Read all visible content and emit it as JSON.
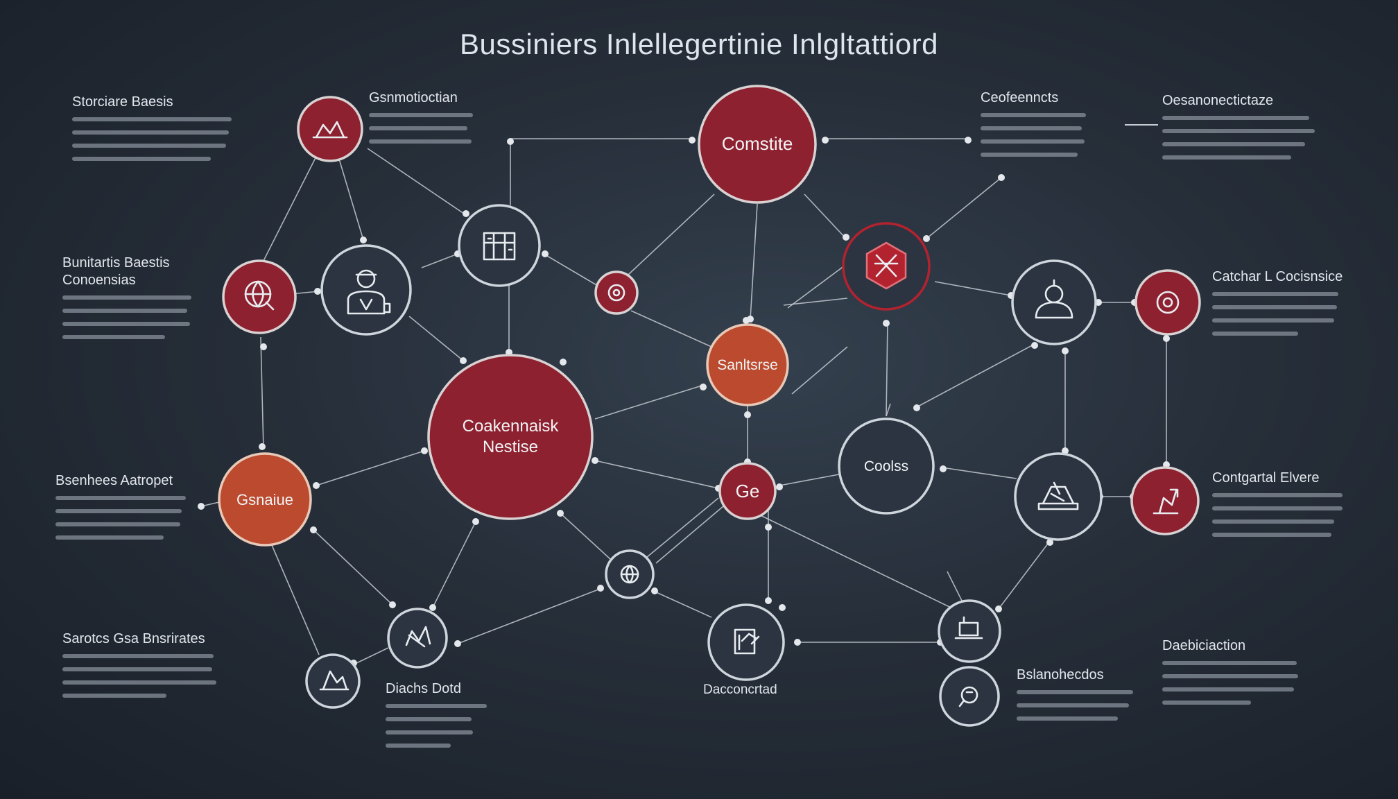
{
  "title": "Bussiniers Inlellegertinie Inlgltattiord",
  "nodes": {
    "n1": {
      "label": "Comstite",
      "icon": ""
    },
    "n2": {
      "label": "Coakennaisk",
      "label2": "Nestise"
    },
    "n3": {
      "label": "Sanltsrse"
    },
    "n4": {
      "label": "Gsnaiue"
    },
    "n5": {
      "label": "Coolss"
    },
    "n6": {
      "label": "Ge"
    }
  },
  "panels": {
    "p1": {
      "title": "Storciare Baesis"
    },
    "p2": {
      "title": "Gsnmotioctian"
    },
    "p3": {
      "title": "Ceofeenncts"
    },
    "p4": {
      "title": "Oesanonectictaze"
    },
    "p5": {
      "title": "Bunitartis Baestis",
      "title2": "Conoensias"
    },
    "p6": {
      "title": "Catchar L Cocisnsice"
    },
    "p7": {
      "title": "Bsenhees Aatropet"
    },
    "p8": {
      "title": "Contgartal Elvere"
    },
    "p9": {
      "title": "Sarotcs Gsa Bnsrirates"
    },
    "p10": {
      "title": "Daebiciaction"
    },
    "p11": {
      "title": "Bslanohecdos"
    }
  },
  "captions": {
    "c1": "Diachs Dotd",
    "c2": "Dacconcrtad"
  },
  "colors": {
    "background": "#262e39",
    "red": "#8e2130",
    "orange": "#bb4a2e",
    "ring_red": "#b3222f",
    "line": "#c6ccd3"
  }
}
